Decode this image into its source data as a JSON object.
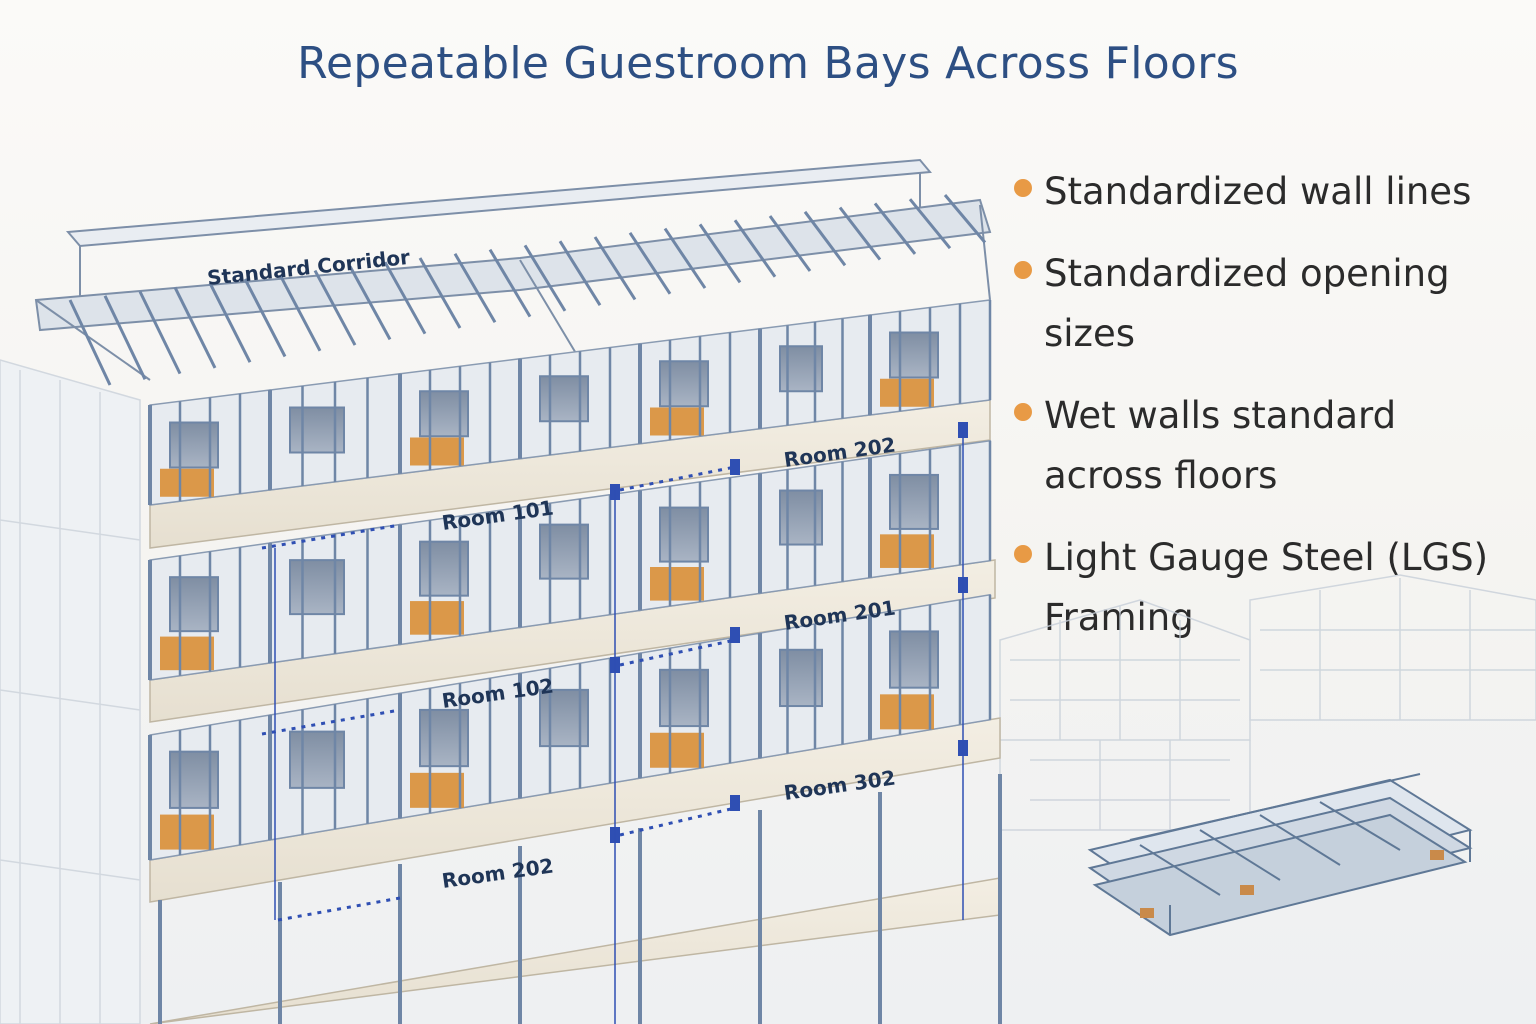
{
  "title": "Repeatable Guestroom Bays Across Floors",
  "bullets": [
    "Standardized wall lines",
    "Standardized opening sizes",
    "Wet walls standard\nacross floors",
    "Light Gauge Steel (LGS)\nFraming"
  ],
  "labels": {
    "corridor": "Standard Corridor",
    "r1": "Room 101",
    "r2": "Room 202",
    "r3": "Room 102",
    "r4": "Room 201",
    "r5": "Room 202",
    "r6": "Room 302"
  },
  "colors": {
    "title": "#2d4f83",
    "bullet_dot": "#e89a45",
    "steel": "#6f86a6",
    "panel": "#d8892c",
    "marker": "#2f4fb3"
  }
}
